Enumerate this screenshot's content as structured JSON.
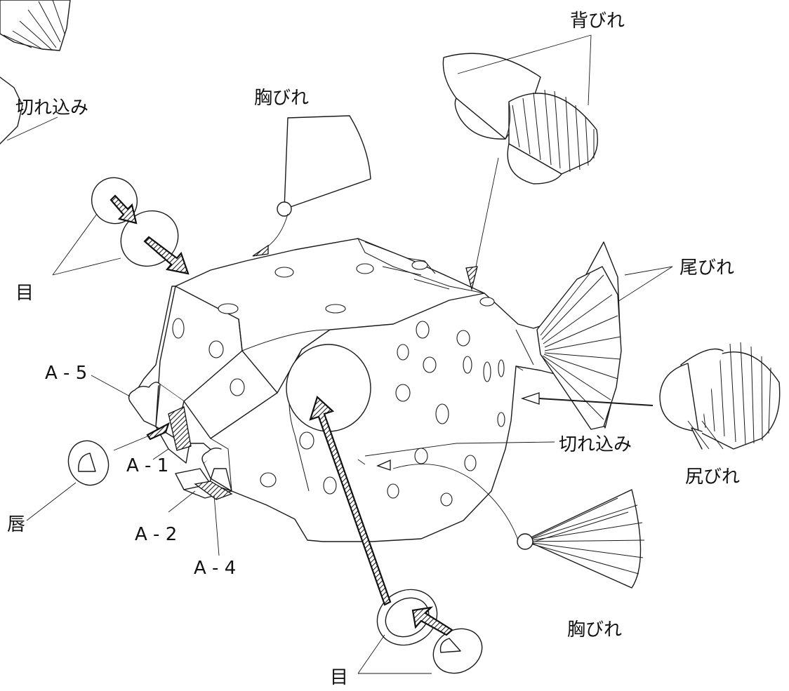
{
  "diagram": {
    "labels": {
      "dorsal_fin": "背びれ",
      "pectoral_fin_top": "胸びれ",
      "notch_top": "切れ込み",
      "eye_left": "目",
      "tail_fin": "尾びれ",
      "a5": "A - 5",
      "a1": "A - 1",
      "a2": "A - 2",
      "a4": "A - 4",
      "lips": "唇",
      "notch_middle": "切れ込み",
      "anal_fin": "尻びれ",
      "pectoral_fin_bottom": "胸びれ",
      "eye_bottom": "目"
    }
  }
}
